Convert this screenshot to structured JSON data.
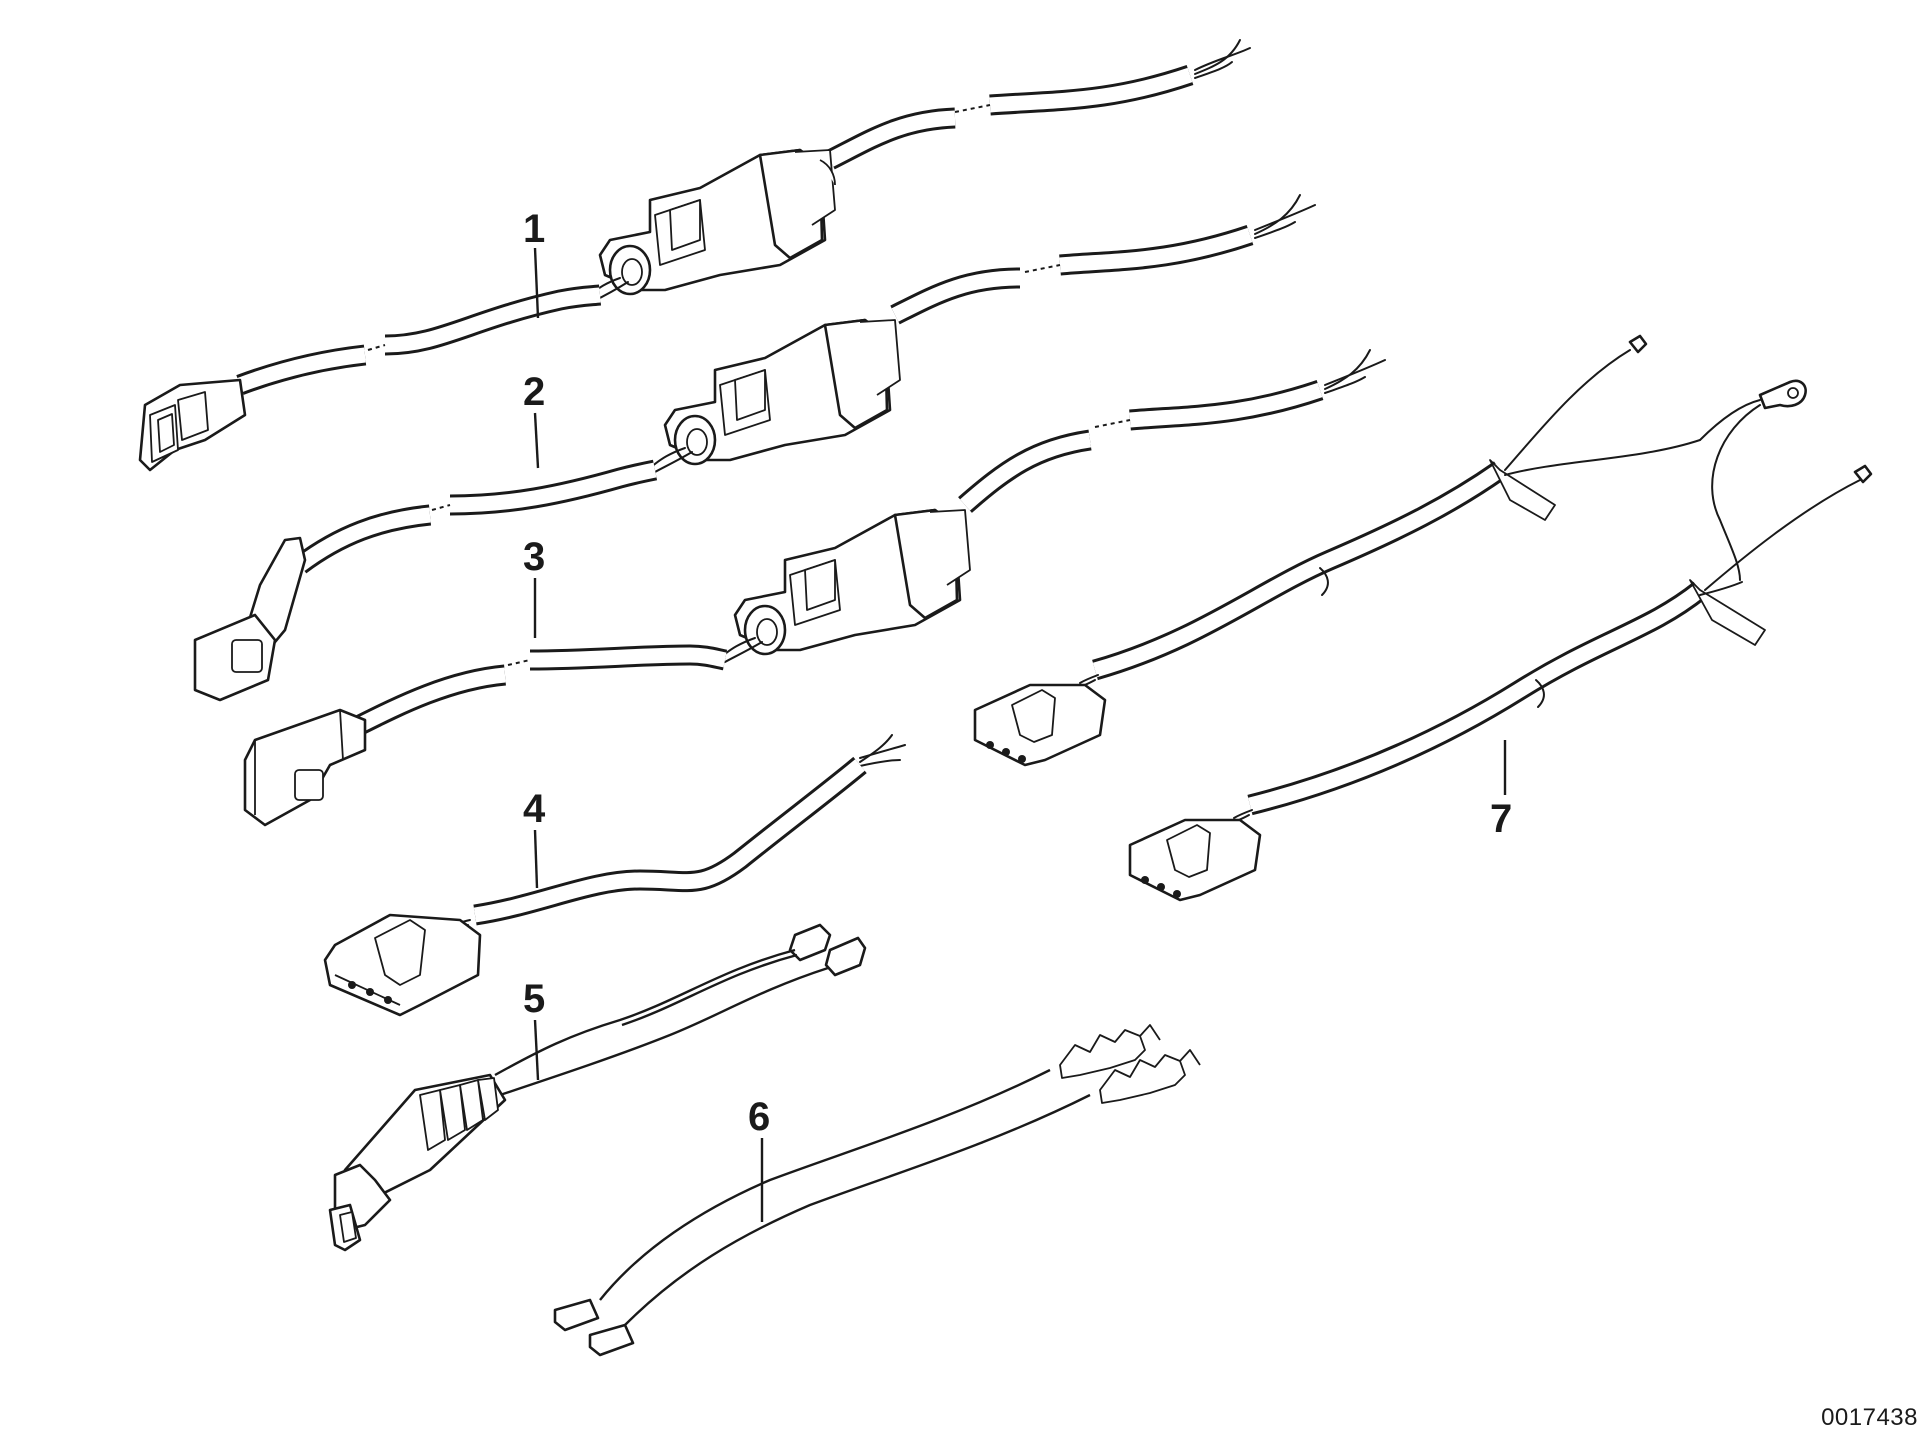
{
  "callouts": [
    {
      "id": "1",
      "label": "1"
    },
    {
      "id": "2",
      "label": "2"
    },
    {
      "id": "3",
      "label": "3"
    },
    {
      "id": "4",
      "label": "4"
    },
    {
      "id": "5",
      "label": "5"
    },
    {
      "id": "6",
      "label": "6"
    },
    {
      "id": "7",
      "label": "7"
    }
  ],
  "reference_number": "0017438"
}
